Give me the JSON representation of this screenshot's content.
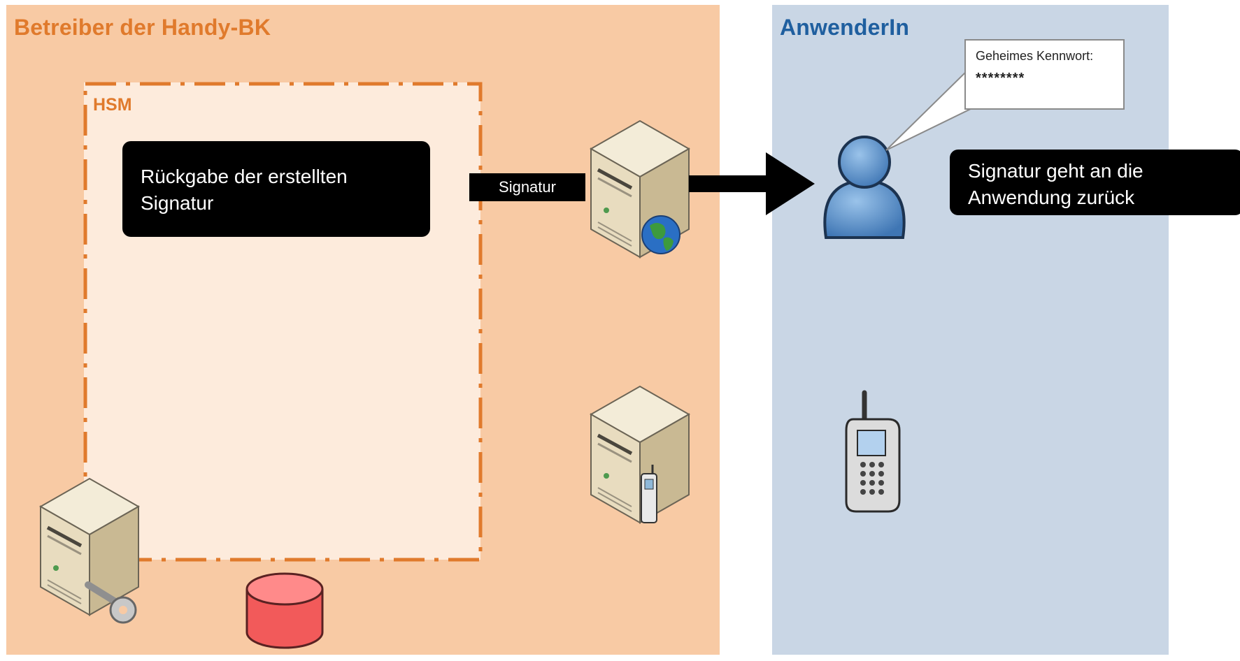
{
  "zones": {
    "operator": {
      "title": "Betreiber der Handy-BK",
      "color": "#f8caa4",
      "title_color": "#e07a2c"
    },
    "user": {
      "title": "AnwenderIn",
      "color": "#c9d6e5",
      "title_color": "#1f5f9f"
    }
  },
  "hsm": {
    "label": "HSM",
    "border_color": "#e07a2c"
  },
  "callouts": {
    "left": {
      "line1": "Rückgabe der erstellten",
      "line2": "Signatur"
    },
    "right": {
      "line1": "Signatur geht an die",
      "line2": "Anwendung zurück"
    }
  },
  "signature_label": "Signatur",
  "password_bubble": {
    "title": "Geheimes Kennwort:",
    "value": "********"
  },
  "icons": [
    "server-key-icon",
    "database-icon",
    "web-server-icon",
    "mobile-server-icon",
    "user-icon",
    "mobile-phone-icon",
    "arrow-icon"
  ]
}
